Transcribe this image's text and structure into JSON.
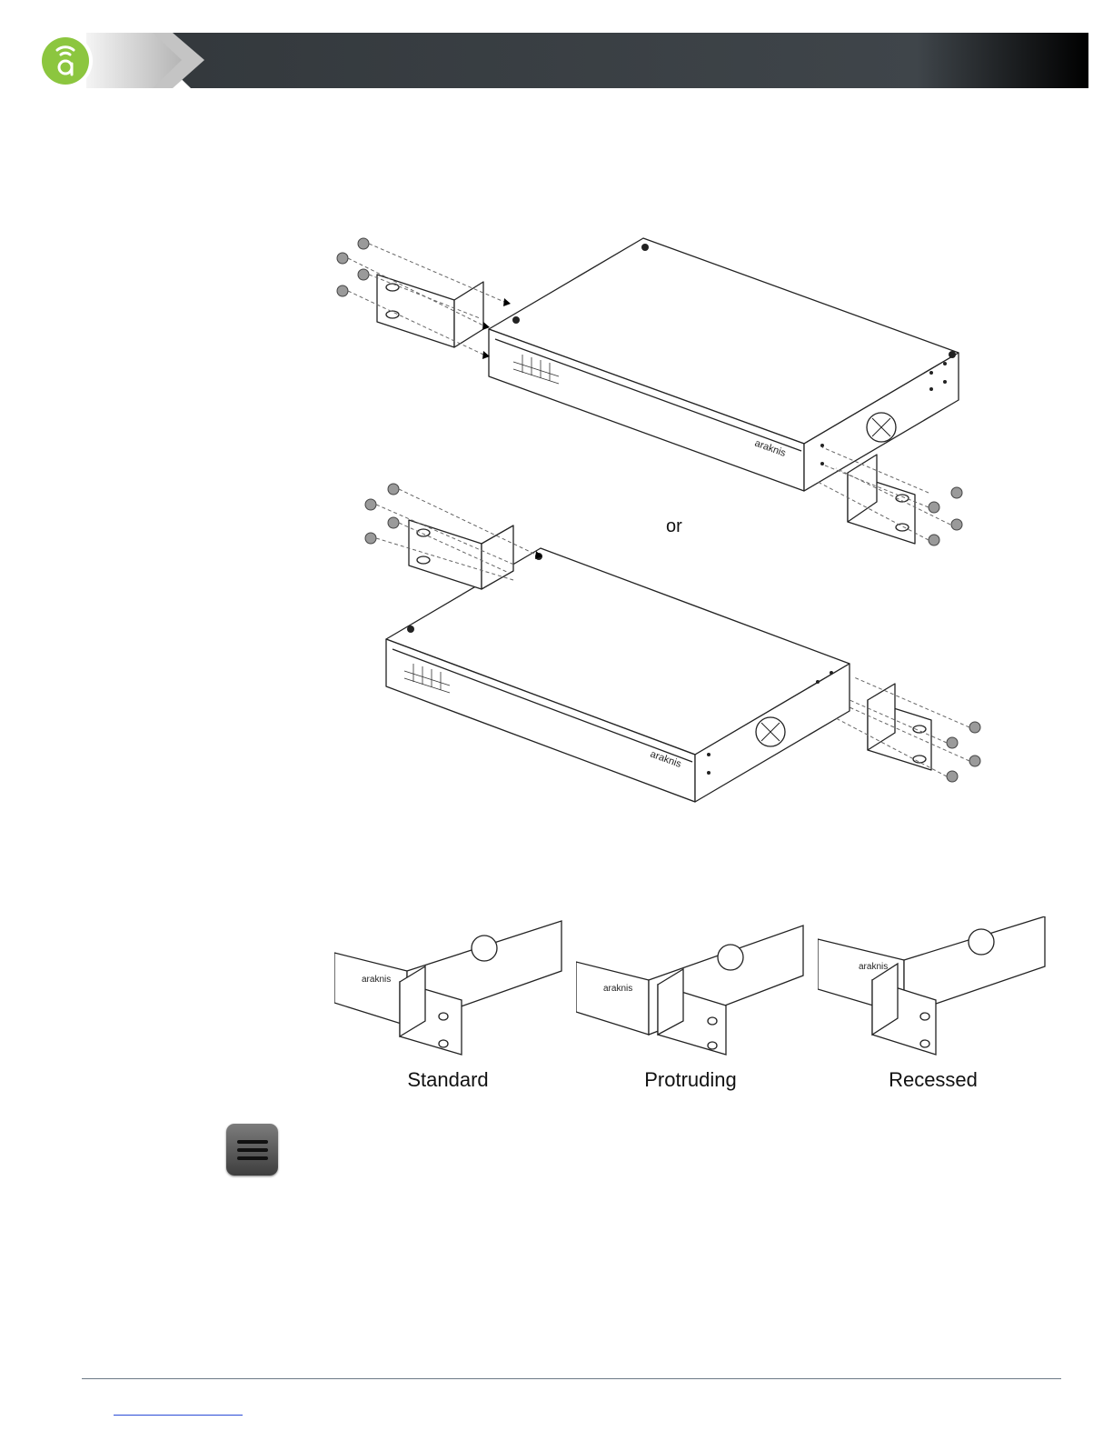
{
  "header": {
    "logo_icon": "araknis-a-wifi-icon",
    "brand_color": "#8cc63f",
    "bar_color": "#3a3f44"
  },
  "diagram": {
    "or_text": "or"
  },
  "mount_options": [
    {
      "label": "Standard"
    },
    {
      "label": "Protruding"
    },
    {
      "label": "Recessed"
    }
  ],
  "note_icon": "menu-note-icon"
}
